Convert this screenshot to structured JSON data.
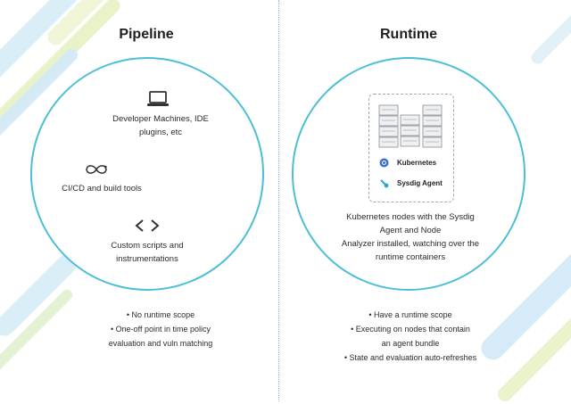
{
  "pipeline": {
    "title": "Pipeline",
    "items": [
      {
        "icon": "laptop-icon",
        "label": "Developer Machines, IDE\nplugins, etc"
      },
      {
        "icon": "infinity-loop-icon",
        "label": "CI/CD and build tools"
      },
      {
        "icon": "code-brackets-icon",
        "label": "Custom scripts and\ninstrumentations"
      }
    ],
    "bullets": [
      "No runtime scope",
      "One-off point in time policy\nevaluation and vuln matching"
    ]
  },
  "runtime": {
    "title": "Runtime",
    "legend": [
      {
        "icon": "kubernetes-icon",
        "label": "Kubernetes"
      },
      {
        "icon": "sysdig-agent-icon",
        "label": "Sysdig Agent"
      }
    ],
    "description": "Kubernetes nodes with the Sysdig\nAgent and Node\nAnalyzer installed, watching over the\nruntime containers",
    "bullets": [
      "Have a runtime scope",
      "Executing on nodes that contain\nan agent bundle",
      "State and evaluation auto-refreshes"
    ]
  },
  "colors": {
    "circle_border": "#4bbfd6",
    "divider": "#7fb9e6",
    "kubernetes": "#3a6fd8",
    "agent": "#27a9c9"
  }
}
